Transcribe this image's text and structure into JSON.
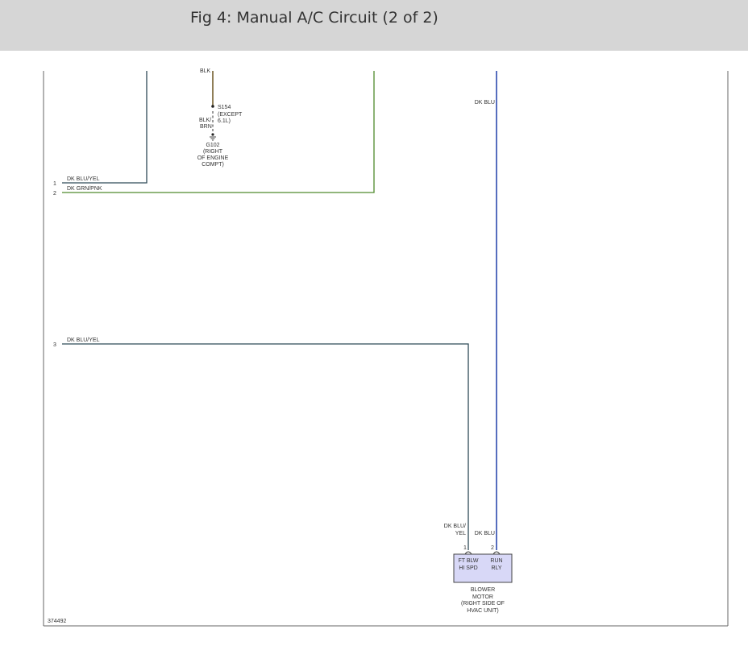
{
  "header": {
    "title": "Fig 4: Manual A/C Circuit (2 of 2)"
  },
  "diagram": {
    "top_truncated_label": "BLK",
    "splice": {
      "id": "S154",
      "note_line1": "(EXCEPT",
      "note_line2": "6.1L)"
    },
    "splice_wire": {
      "line1": "BLK/",
      "line2": "BRN"
    },
    "ground": {
      "id": "G102",
      "loc_line1": "(RIGHT",
      "loc_line2": "OF ENGINE",
      "loc_line3": "COMPT)"
    },
    "pins": [
      {
        "num": "1",
        "wire": "DK BLU/YEL"
      },
      {
        "num": "2",
        "wire": "DK GRN/PNK"
      },
      {
        "num": "3",
        "wire": "DK BLU/YEL"
      }
    ],
    "blue_wire_top_label": "DK BLU",
    "motor_wire1": {
      "line1": "DK BLU/",
      "line2": "YEL"
    },
    "motor_wire2": "DK BLU",
    "motor_pin1": "1",
    "motor_pin2": "2",
    "blower": {
      "cell1_line1": "FT BLW",
      "cell1_line2": "HI SPD",
      "cell2_line1": "RUN",
      "cell2_line2": "RLY",
      "name_line1": "BLOWER",
      "name_line2": "MOTOR",
      "name_line3": "(RIGHT SIDE OF",
      "name_line4": "HVAC UNIT)"
    },
    "figure_id": "374492"
  },
  "colors": {
    "header_bg": "#d6d6d6",
    "wire_dark": "#2f4a57",
    "wire_green": "#4f8a2c",
    "wire_blue": "#1f3fa8",
    "wire_brown": "#6b5420",
    "component_fill": "#d8d8f7"
  }
}
